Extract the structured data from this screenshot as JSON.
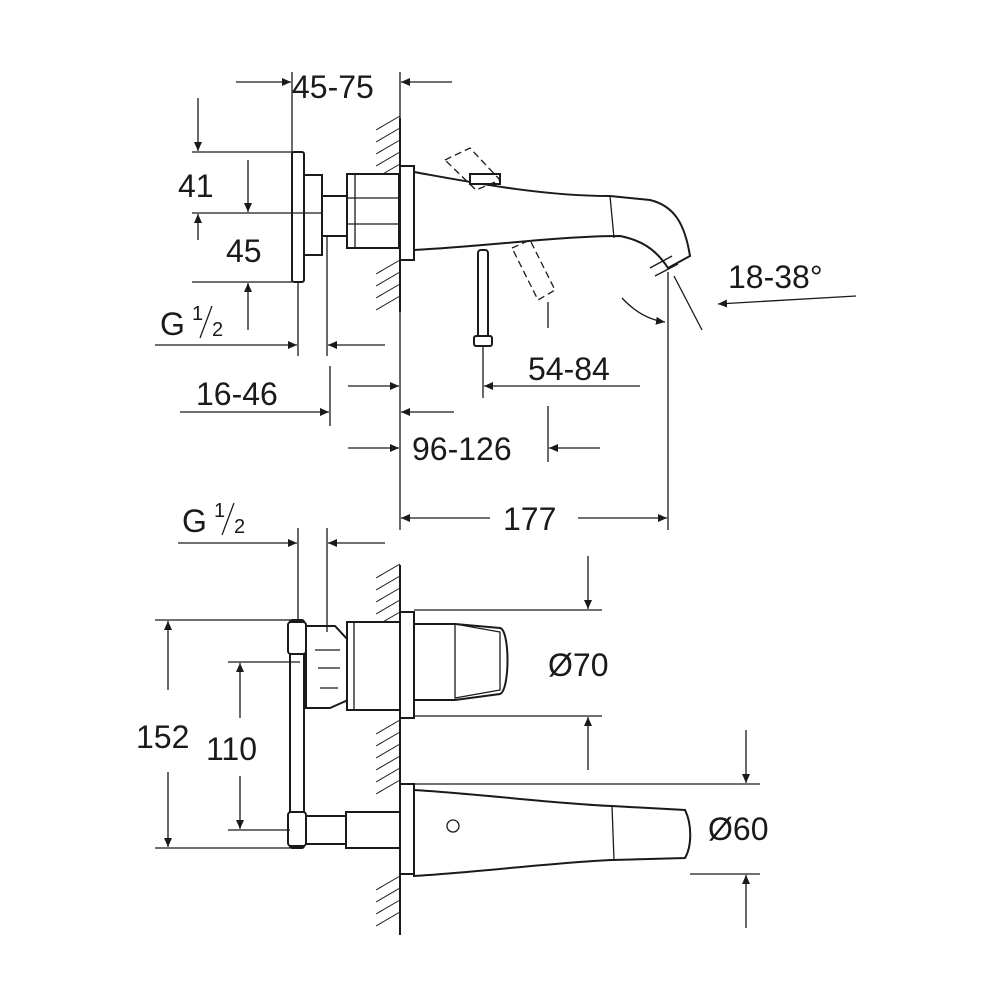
{
  "dimensions": {
    "d45_75": "45-75",
    "d41": "41",
    "d45": "45",
    "g_half_top": {
      "letter": "G",
      "num": "1",
      "den": "2"
    },
    "d16_46": "16-46",
    "d54_84": "54-84",
    "d18_38": "18-38°",
    "d96_126": "96-126",
    "d177": "177",
    "g_half_bottom": {
      "letter": "G",
      "num": "1",
      "den": "2"
    },
    "d152": "152",
    "d110": "110",
    "dia70": "Ø70",
    "dia60": "Ø60"
  },
  "colors": {
    "line": "#1a1a1a",
    "background": "#ffffff"
  }
}
